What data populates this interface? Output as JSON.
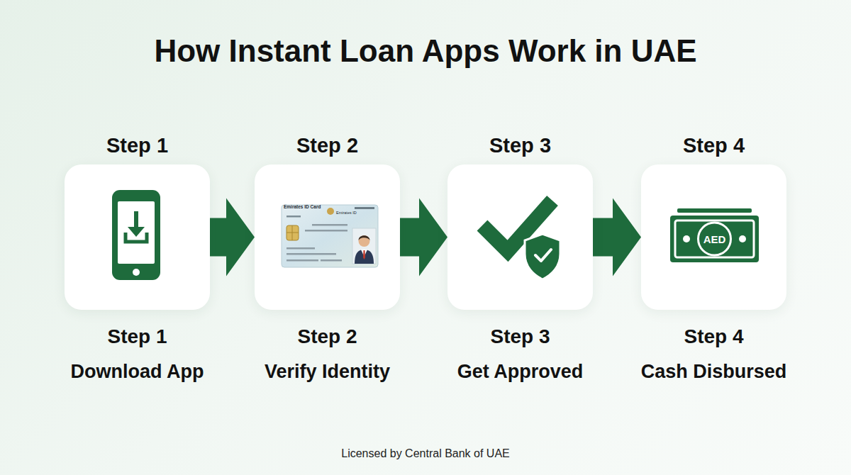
{
  "diagram": {
    "title": "How Instant Loan Apps Work in UAE",
    "caption": "Licensed by Central Bank of UAE",
    "nodes": [
      {
        "text": [
          "Step 1",
          "Step 1",
          "Download App"
        ]
      },
      {
        "text": [
          "Step 2",
          "Step 2",
          "Verify Identity"
        ]
      },
      {
        "text": [
          "Step 3",
          "Step 3",
          "Get Approved"
        ]
      },
      {
        "text": [
          "Step 4",
          "Step 4",
          "Cash Disbursed"
        ]
      }
    ],
    "edges": [
      {
        "from": 0,
        "to": 1,
        "arrow": "to"
      },
      {
        "from": 1,
        "to": 2,
        "arrow": "to"
      },
      {
        "from": 2,
        "to": 3,
        "arrow": "to"
      }
    ],
    "labels": [
      "Emirates ID Card",
      "Emirates ID",
      "AED"
    ]
  }
}
